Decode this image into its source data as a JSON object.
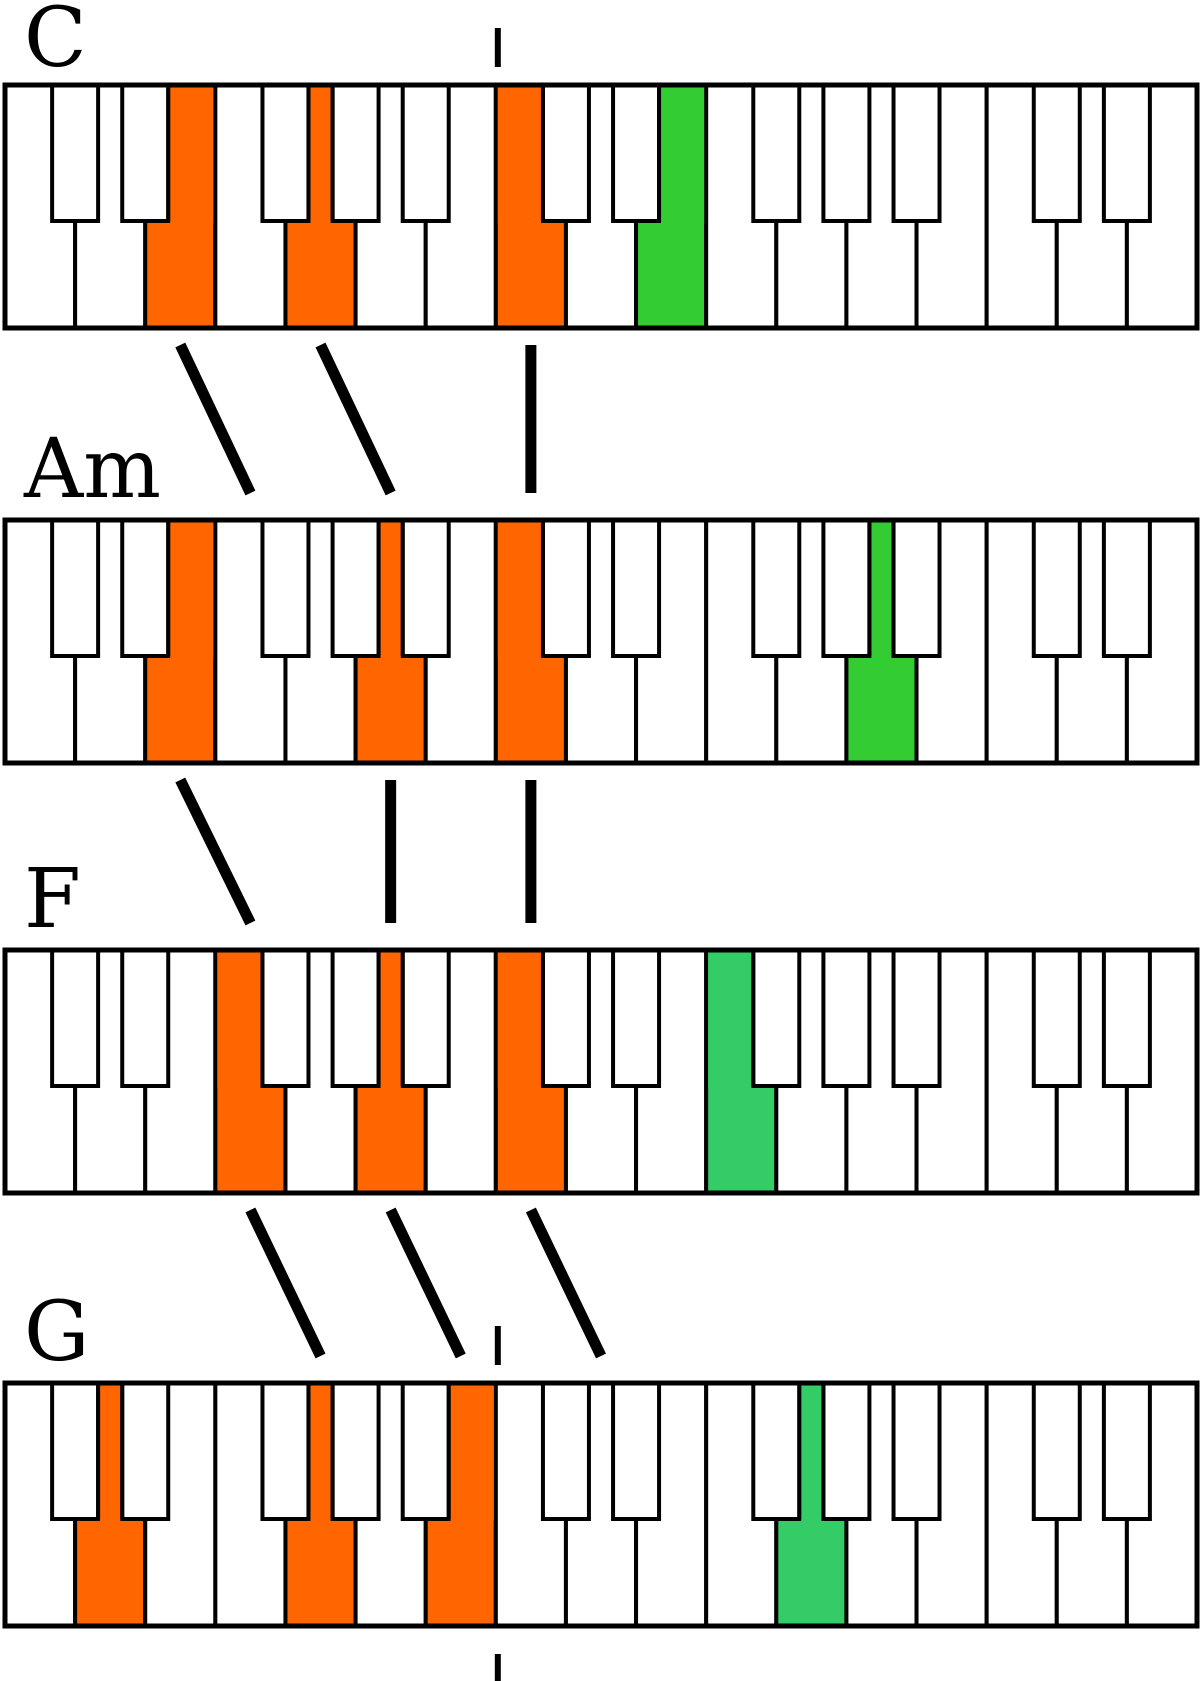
{
  "colors": {
    "chord_tone": "#FF6600",
    "bass_note": "#33CC33",
    "bass_note_alt": "#33CC66",
    "key_white": "#FFFFFF",
    "key_outline": "#000000",
    "voice_line": "#000000"
  },
  "key_range": {
    "first_white_key": "C",
    "white_key_count": 17
  },
  "chords": [
    {
      "name": "C",
      "chord_tones": [
        "E4",
        "G4",
        "C5"
      ],
      "bass_note": "E5",
      "bass_color_key": "bass_note",
      "center_tick": "above"
    },
    {
      "name": "Am",
      "chord_tones": [
        "E4",
        "A4",
        "C5"
      ],
      "bass_note": "A5",
      "bass_color_key": "bass_note",
      "center_tick": null
    },
    {
      "name": "F",
      "chord_tones": [
        "F4",
        "A4",
        "C5"
      ],
      "bass_note": "F5",
      "bass_color_key": "bass_note_alt",
      "center_tick": null
    },
    {
      "name": "G",
      "chord_tones": [
        "D4",
        "G4",
        "B4"
      ],
      "bass_note": "G5",
      "bass_color_key": "bass_note_alt",
      "center_tick": "above-and-below"
    }
  ],
  "voice_leading": [
    {
      "from": "C",
      "to": "Am",
      "moves": [
        [
          "E4",
          "F4"
        ],
        [
          "G4",
          "A4"
        ],
        [
          "C5",
          "C5"
        ]
      ]
    },
    {
      "from": "Am",
      "to": "F",
      "moves": [
        [
          "E4",
          "F4"
        ],
        [
          "A4",
          "A4"
        ],
        [
          "C5",
          "C5"
        ]
      ]
    },
    {
      "from": "F",
      "to": "G",
      "moves": [
        [
          "F4",
          "G4"
        ],
        [
          "A4",
          "B4"
        ],
        [
          "C5",
          "D5"
        ]
      ]
    }
  ]
}
